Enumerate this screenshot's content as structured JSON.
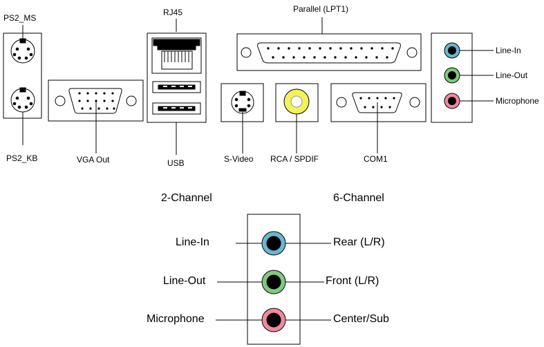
{
  "top_labels": {
    "ps2_ms": "PS2_MS",
    "ps2_kb": "PS2_KB",
    "vga_out": "VGA Out",
    "rj45": "RJ45",
    "usb": "USB",
    "parallel": "Parallel (LPT1)",
    "s_video": "S-Video",
    "rca_spdif": "RCA / SPDIF",
    "com1": "COM1"
  },
  "audio_panel": {
    "line_in": "Line-In",
    "line_out": "Line-Out",
    "microphone": "Microphone"
  },
  "channel_table": {
    "two_channel_heading": "2-Channel",
    "six_channel_heading": "6-Channel",
    "two_channel": [
      "Line-In",
      "Line-Out",
      "Microphone"
    ],
    "six_channel": [
      "Rear (L/R)",
      "Front (L/R)",
      "Center/Sub"
    ]
  },
  "colors": {
    "line_in_jack": "#69b7cf",
    "line_out_jack": "#7fc97f",
    "microphone_jack": "#ee8a9c",
    "spdif_jack": "#f2f25a",
    "outline": "#000000"
  }
}
